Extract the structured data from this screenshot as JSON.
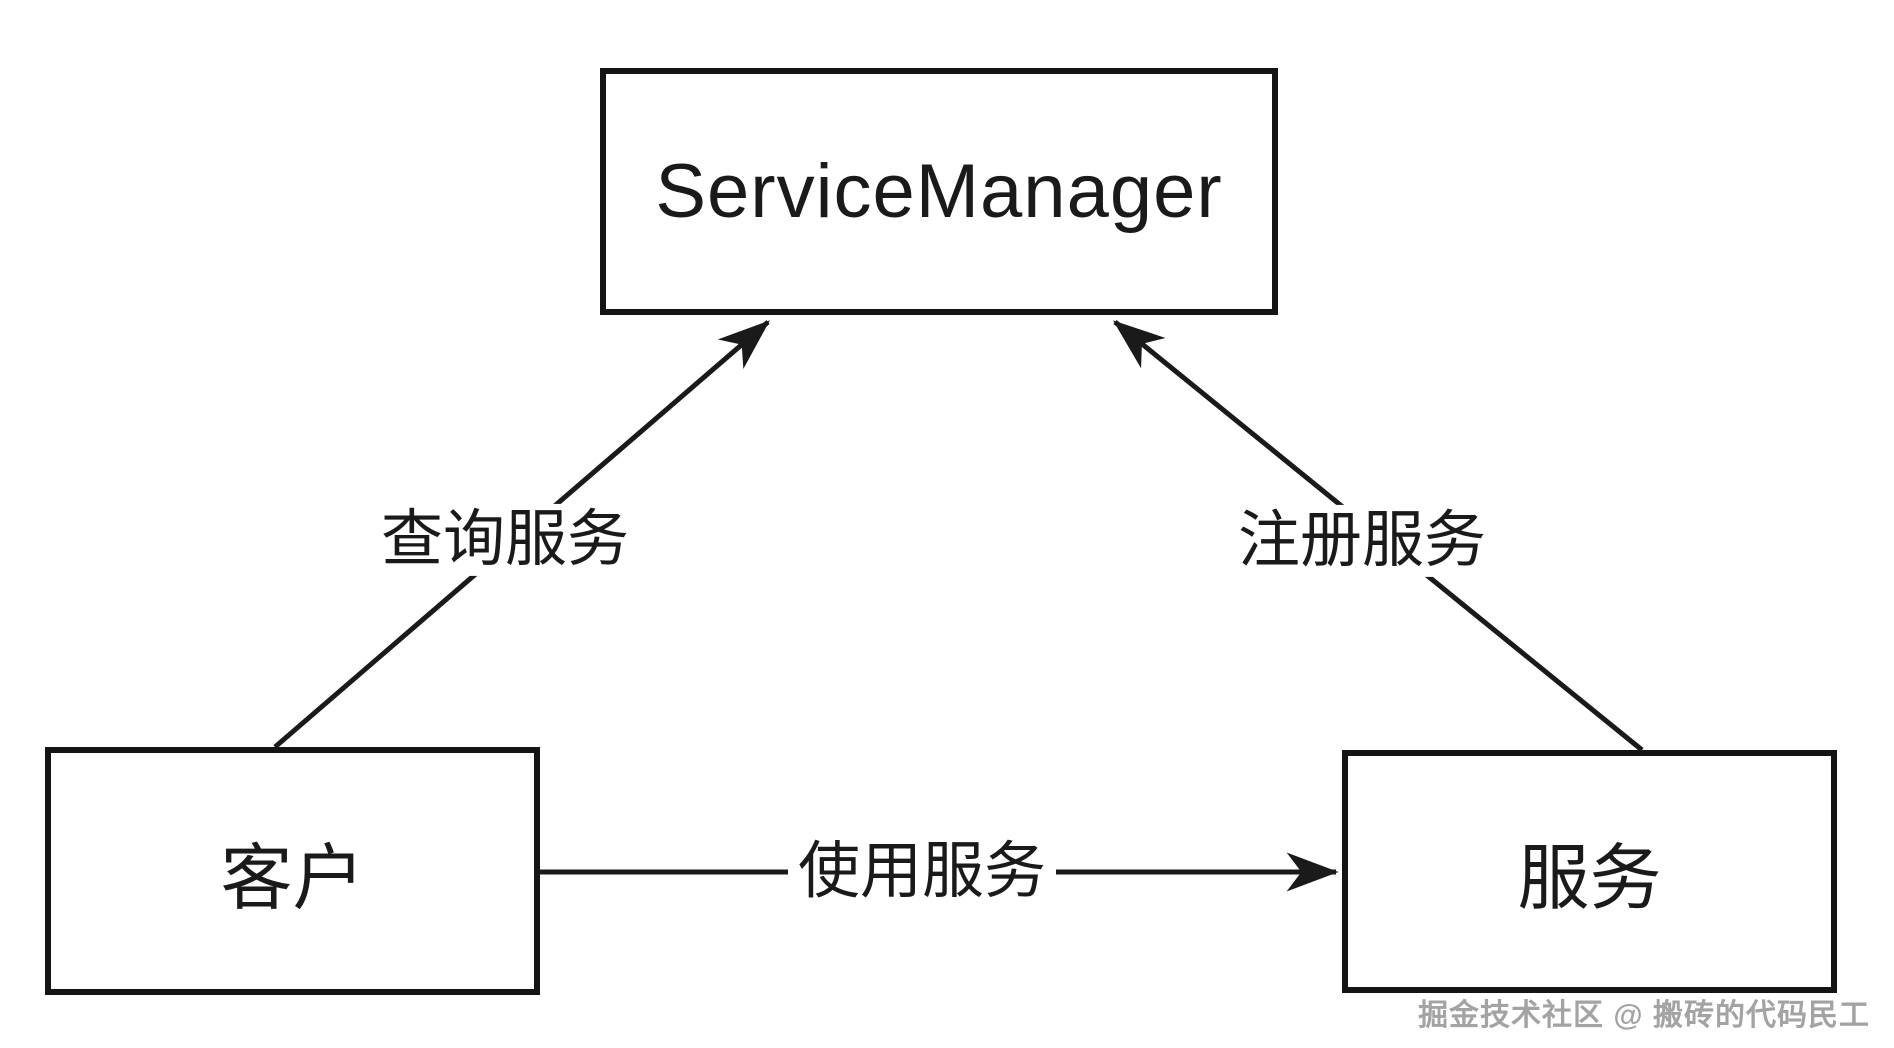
{
  "diagram": {
    "title_node": "ServiceManager",
    "nodes": {
      "service_manager": {
        "label": "ServiceManager"
      },
      "client": {
        "label": "客户"
      },
      "service": {
        "label": "服务"
      }
    },
    "edges": {
      "query": {
        "label": "查询服务",
        "from": "client",
        "to": "service_manager",
        "direction": "up-right-arrow"
      },
      "register": {
        "label": "注册服务",
        "from": "service",
        "to": "service_manager",
        "direction": "up-left-arrow"
      },
      "use": {
        "label": "使用服务",
        "from": "client",
        "to": "service",
        "direction": "right-arrow"
      }
    },
    "colors": {
      "background": "#ffffff",
      "line": "#1a1a1a",
      "box_border": "#141414",
      "text": "#1a1a1a",
      "watermark": "#a3a3a3"
    }
  },
  "watermark": {
    "text": "掘金技术社区 @ 搬砖的代码民工"
  }
}
